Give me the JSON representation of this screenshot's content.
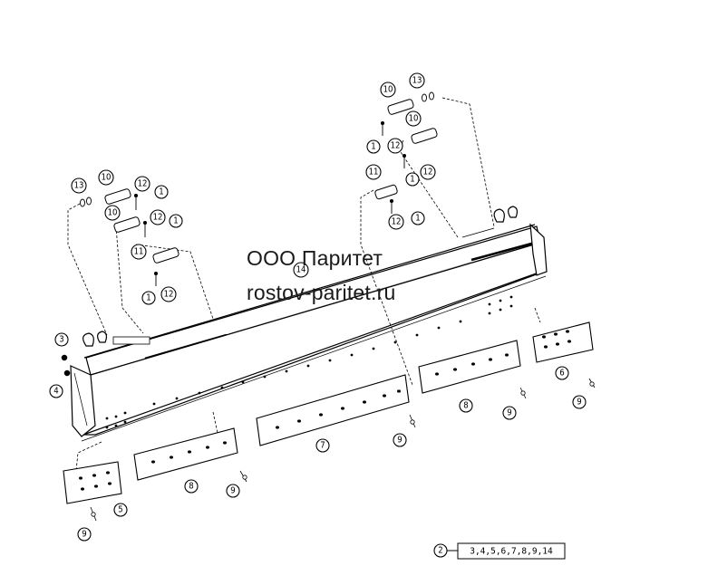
{
  "watermark": {
    "company": "ООО Паритет",
    "site": "rostov-paritet.ru"
  },
  "callouts": [
    "1",
    "2",
    "3",
    "4",
    "5",
    "6",
    "7",
    "8",
    "9",
    "10",
    "11",
    "12",
    "13",
    "14"
  ],
  "legend": {
    "ref": "2",
    "items": "3,4,5,6,7,8,9,14"
  }
}
